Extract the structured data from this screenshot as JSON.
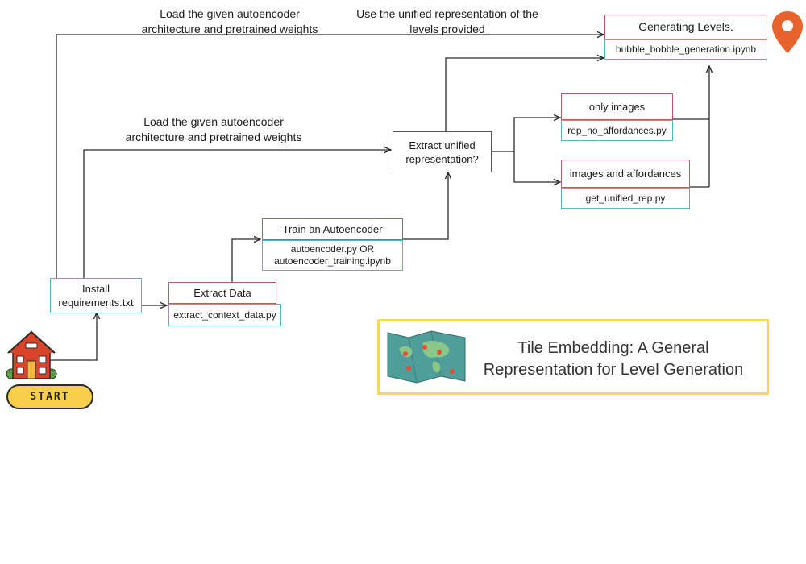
{
  "labels": {
    "top_left": "Load the given autoencoder architecture and pretrained weights",
    "top_right": "Use the unified representation of the levels provided",
    "middle_left": "Load the given autoencoder architecture and pretrained weights"
  },
  "nodes": {
    "generating_levels": {
      "title": "Generating  Levels.",
      "file": "bubble_bobble_generation.ipynb"
    },
    "extract_unified": {
      "title": "Extract unified representation?"
    },
    "only_images": {
      "title": "only images",
      "file": "rep_no_affordances.py"
    },
    "images_affordances": {
      "title": "images and affordances",
      "file": "get_unified_rep.py"
    },
    "train_autoencoder": {
      "title": "Train an Autoencoder",
      "file_line1": "autoencoder.py  OR",
      "file_line2": "autoencoder_training.ipynb"
    },
    "extract_data": {
      "title": "Extract Data",
      "file": "extract_context_data.py"
    },
    "install": {
      "title": "Install requirements.txt"
    }
  },
  "start": {
    "label": "START"
  },
  "title_card": {
    "text": "Tile Embedding: A General Representation for Level Generation"
  },
  "colors": {
    "node_border": "#b06060",
    "file_border": "#5bb3bf",
    "start_fill": "#f7cf4a",
    "title_border": "#f1da5c",
    "pin": "#e8632b",
    "house": "#d9452b"
  },
  "icons": [
    "house-icon",
    "location-pin-icon",
    "map-icon"
  ]
}
